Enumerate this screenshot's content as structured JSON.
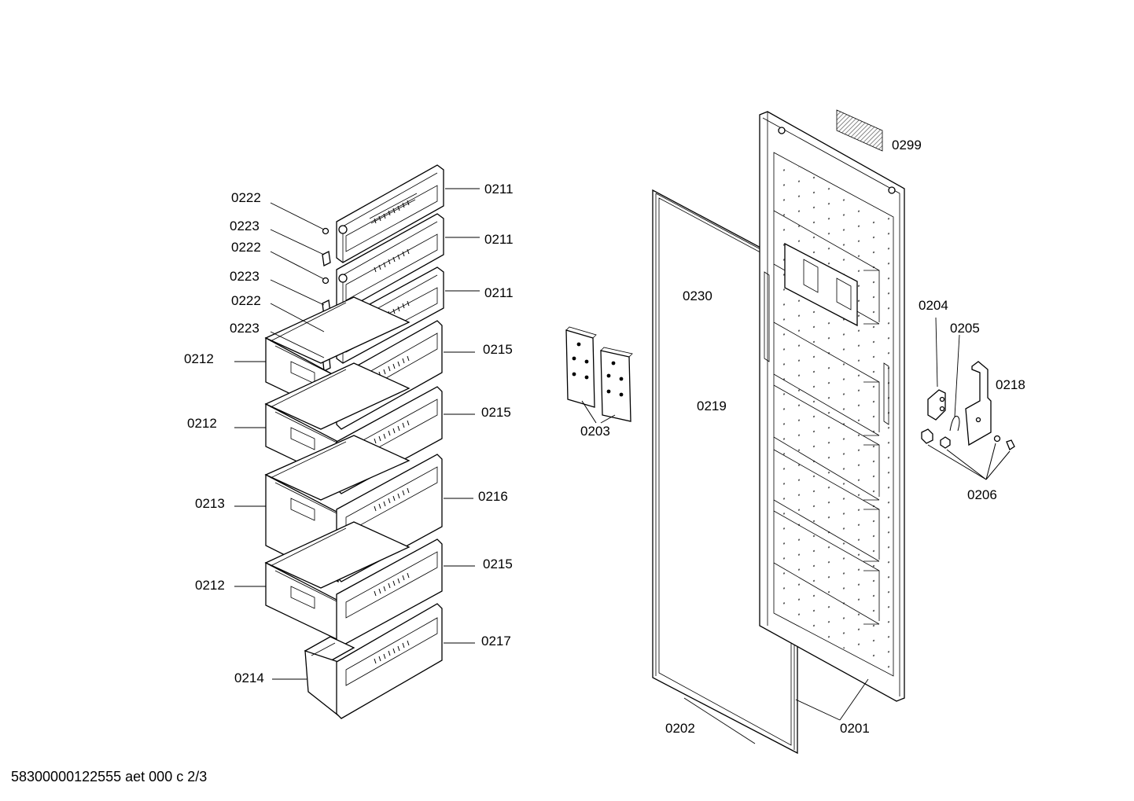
{
  "diagram": {
    "labels": {
      "p0211a": "0211",
      "p0211b": "0211",
      "p0211c": "0211",
      "p0222a": "0222",
      "p0222b": "0222",
      "p0222c": "0222",
      "p0223a": "0223",
      "p0223b": "0223",
      "p0223c": "0223",
      "p0212a": "0212",
      "p0212b": "0212",
      "p0212c": "0212",
      "p0213": "0213",
      "p0214": "0214",
      "p0215a": "0215",
      "p0215b": "0215",
      "p0215c": "0215",
      "p0216": "0216",
      "p0217": "0217",
      "p0203": "0203",
      "p0230": "0230",
      "p0219": "0219",
      "p0202": "0202",
      "p0201": "0201",
      "p0299": "0299",
      "p0204": "0204",
      "p0205": "0205",
      "p0218": "0218",
      "p0206": "0206"
    }
  },
  "footer": {
    "doc_code": "58300000122555 aet 000 c 2/3"
  }
}
